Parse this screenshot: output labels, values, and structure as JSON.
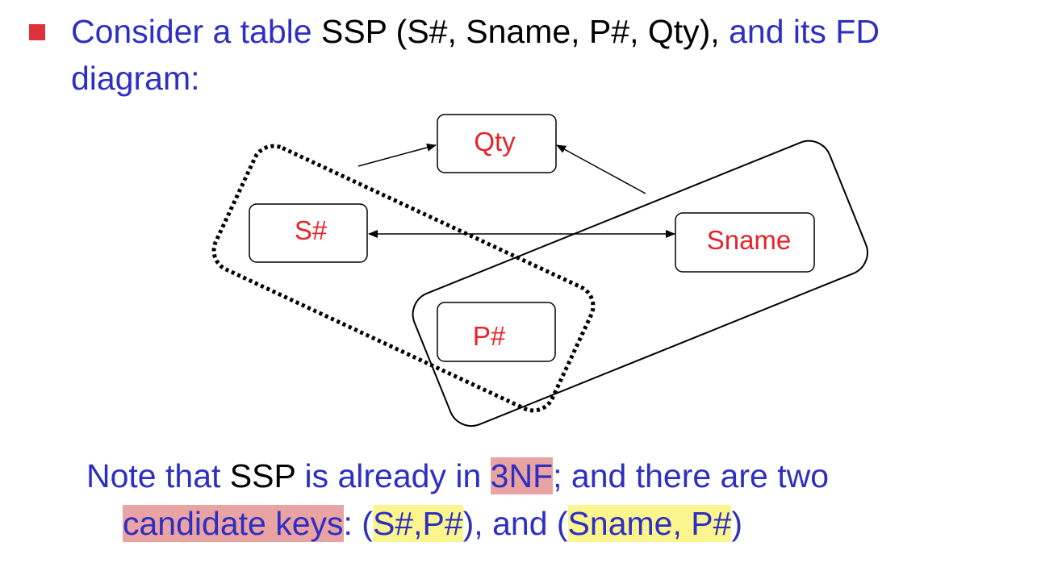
{
  "bullet": {
    "part1": "Consider a table ",
    "part2": "SSP (S#, Sname, P#, Qty),",
    "part3": " and its FD",
    "line2": "diagram:"
  },
  "diagram": {
    "nodes": {
      "qty": "Qty",
      "s": "S#",
      "sname": "Sname",
      "p": "P#"
    }
  },
  "note": {
    "p1": "Note that ",
    "p2": "SSP",
    "p3": " is already in ",
    "p4": "3NF",
    "p5": "; and there are two",
    "l2a": "candidate keys",
    "l2b": ":  (",
    "l2c": "S#,P#",
    "l2d": "), and  (",
    "l2e": "Sname, P#",
    "l2f": ")"
  },
  "colors": {
    "text_blue": "#2e2ec2",
    "node_red": "#e4242a",
    "bullet_red": "#e0303a",
    "highlight_pink": "#e9a3a3",
    "highlight_yellow": "#fbf58e"
  }
}
